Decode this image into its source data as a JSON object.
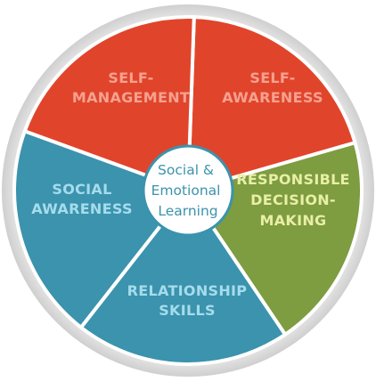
{
  "diagram": {
    "center_lines": [
      "Social &",
      "Emotional",
      "Learning"
    ],
    "segments": [
      {
        "id": "self-awareness",
        "lines": [
          "SELF-",
          "AWARENESS"
        ],
        "fill": "#e0452b",
        "text_color": "#f6a190"
      },
      {
        "id": "responsible-decision-making",
        "lines": [
          "RESPONSIBLE",
          "DECISION-",
          "MAKING"
        ],
        "fill": "#7e9c40",
        "text_color": "#e8efa6"
      },
      {
        "id": "relationship-skills",
        "lines": [
          "RELATIONSHIP",
          "SKILLS"
        ],
        "fill": "#3b93ad",
        "text_color": "#a6dcec"
      },
      {
        "id": "social-awareness",
        "lines": [
          "SOCIAL",
          "AWARENESS"
        ],
        "fill": "#3b93ad",
        "text_color": "#a6dcec"
      },
      {
        "id": "self-management",
        "lines": [
          "SELF-",
          "MANAGEMENT"
        ],
        "fill": "#e0452b",
        "text_color": "#f6a190"
      }
    ],
    "colors": {
      "rim": "#e6e6e6",
      "divider": "#ffffff",
      "hub_fill": "#ffffff",
      "hub_ring": "#3b93ad",
      "hub_text": "#3b93ad"
    }
  }
}
